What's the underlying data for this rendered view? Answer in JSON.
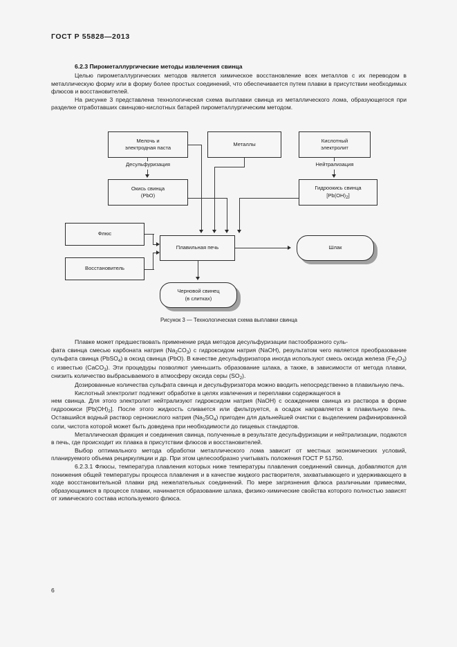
{
  "document": {
    "standard_header": "ГОСТ Р 55828—2013",
    "page_number": "6"
  },
  "section": {
    "heading": "6.2.3  Пирометаллургические методы извлечения свинца",
    "paragraph_1": "Целью пирометаллургических методов является химическое восстановление всех металлов с их переводом в металлическую форму или в форму более простых соединений, что обеспечивается путем плавки в присутствии необходимых флюсов и восстановителей.",
    "paragraph_2": "На рисунке 3 представлена технологическая схема выплавки свинца из металлического лома, образующегося при разделке отработавших свинцово-кислотных батарей пирометаллургическим методом."
  },
  "figure": {
    "caption": "Рисунок 3 — Технологическая схема выплавки свинца",
    "nodes": {
      "fines_paste": "Мелочь и\nэлектродная паста",
      "metals": "Металлы",
      "acid_electrolyte": "Кислотный\nэлектролит",
      "lead_oxide": "Окись свинца\n(PbO)",
      "lead_hydroxide": "Гидроокись свинца\n[Pb(OH)₂]",
      "flux": "Флюс",
      "reducer": "Восстановитель",
      "smelting_furnace": "Плавильная печь",
      "slag": "Шлак",
      "crude_lead": "Черновой свинец\n(в слитках)"
    },
    "edge_labels": {
      "desulfurization": "Десульфуризация",
      "neutralization": "Нейтрализация"
    }
  },
  "body": {
    "paragraph_3_l1": "Плавке может предшествовать применение ряда методов десульфуризации пастообразного суль-",
    "paragraph_3_l2": "фата свинца смесью карбоната натрия (Na2CO3) с гидроксидом натрия (NaOH), результатом чего яв-",
    "paragraph_3_l3": "ляется преобразование сульфата свинца (PbSO4) в оксид свинца (PbO). В качестве десульфуризатора",
    "paragraph_3_l4": "иногда используют смесь оксида железа (Fe2O3) с известью (CaCO3). Эти процедуры позволяют умень-",
    "paragraph_3_l5": "шить образование шлака, а также, в зависимости от метода плавки, снизить количество выбрасывае-",
    "paragraph_3_l6": "мого в атмосферу оксида серы (SO2).",
    "paragraph_4": "Дозированные количества сульфата свинца и десульфуризатора можно вводить непосредственно в плавильную печь.",
    "paragraph_5_l1": "Кислотный электролит подлежит обработке в целях извлечения и переплавки содержащегося в",
    "paragraph_5_l2": "нем свинца. Для этого электролит нейтрализуют гидроксидом натрия (NaOH) с осаждением свинца из",
    "paragraph_5_l3": "раствора в форме гидроокиси [Pb(OH)2]. После этого жидкость сливается или фильтруется, а осадок",
    "paragraph_5_l4": "направляется в плавильную печь. Оставшийся водный раствор сернокислого натрия (Na2SO4) пригоден",
    "paragraph_5_l5": "для дальнейшей очистки с выделением рафинированной соли, чистота которой может быть доведена",
    "paragraph_5_l6": "при необходимости до пищевых стандартов.",
    "paragraph_6": "Металлическая фракция и соединения свинца, полученные в результате десульфуризации и нейтрализации, подаются в печь, где происходит их плавка в присутствии флюсов и восстановителей.",
    "paragraph_7": "Выбор оптимального метода обработки металлического лома зависит от местных экономических условий, планируемого объема рециркуляции и др. При этом целесообразно учитывать положения ГОСТ Р 51750.",
    "paragraph_8": "6.2.3.1  Флюсы, температура плавления которых ниже температуры плавления соединений свинца, добавляются для понижения общей температуры процесса плавления и в качестве жидкого растворителя, захватывающего и удерживающего в ходе восстановительной плавки ряд нежелательных соединений. По мере загрязнения флюса различными примесями, образующимися в процессе плавки, начинается образование шлака, физико-химические свойства которого полностью зависят от химического состава используемого флюса."
  }
}
